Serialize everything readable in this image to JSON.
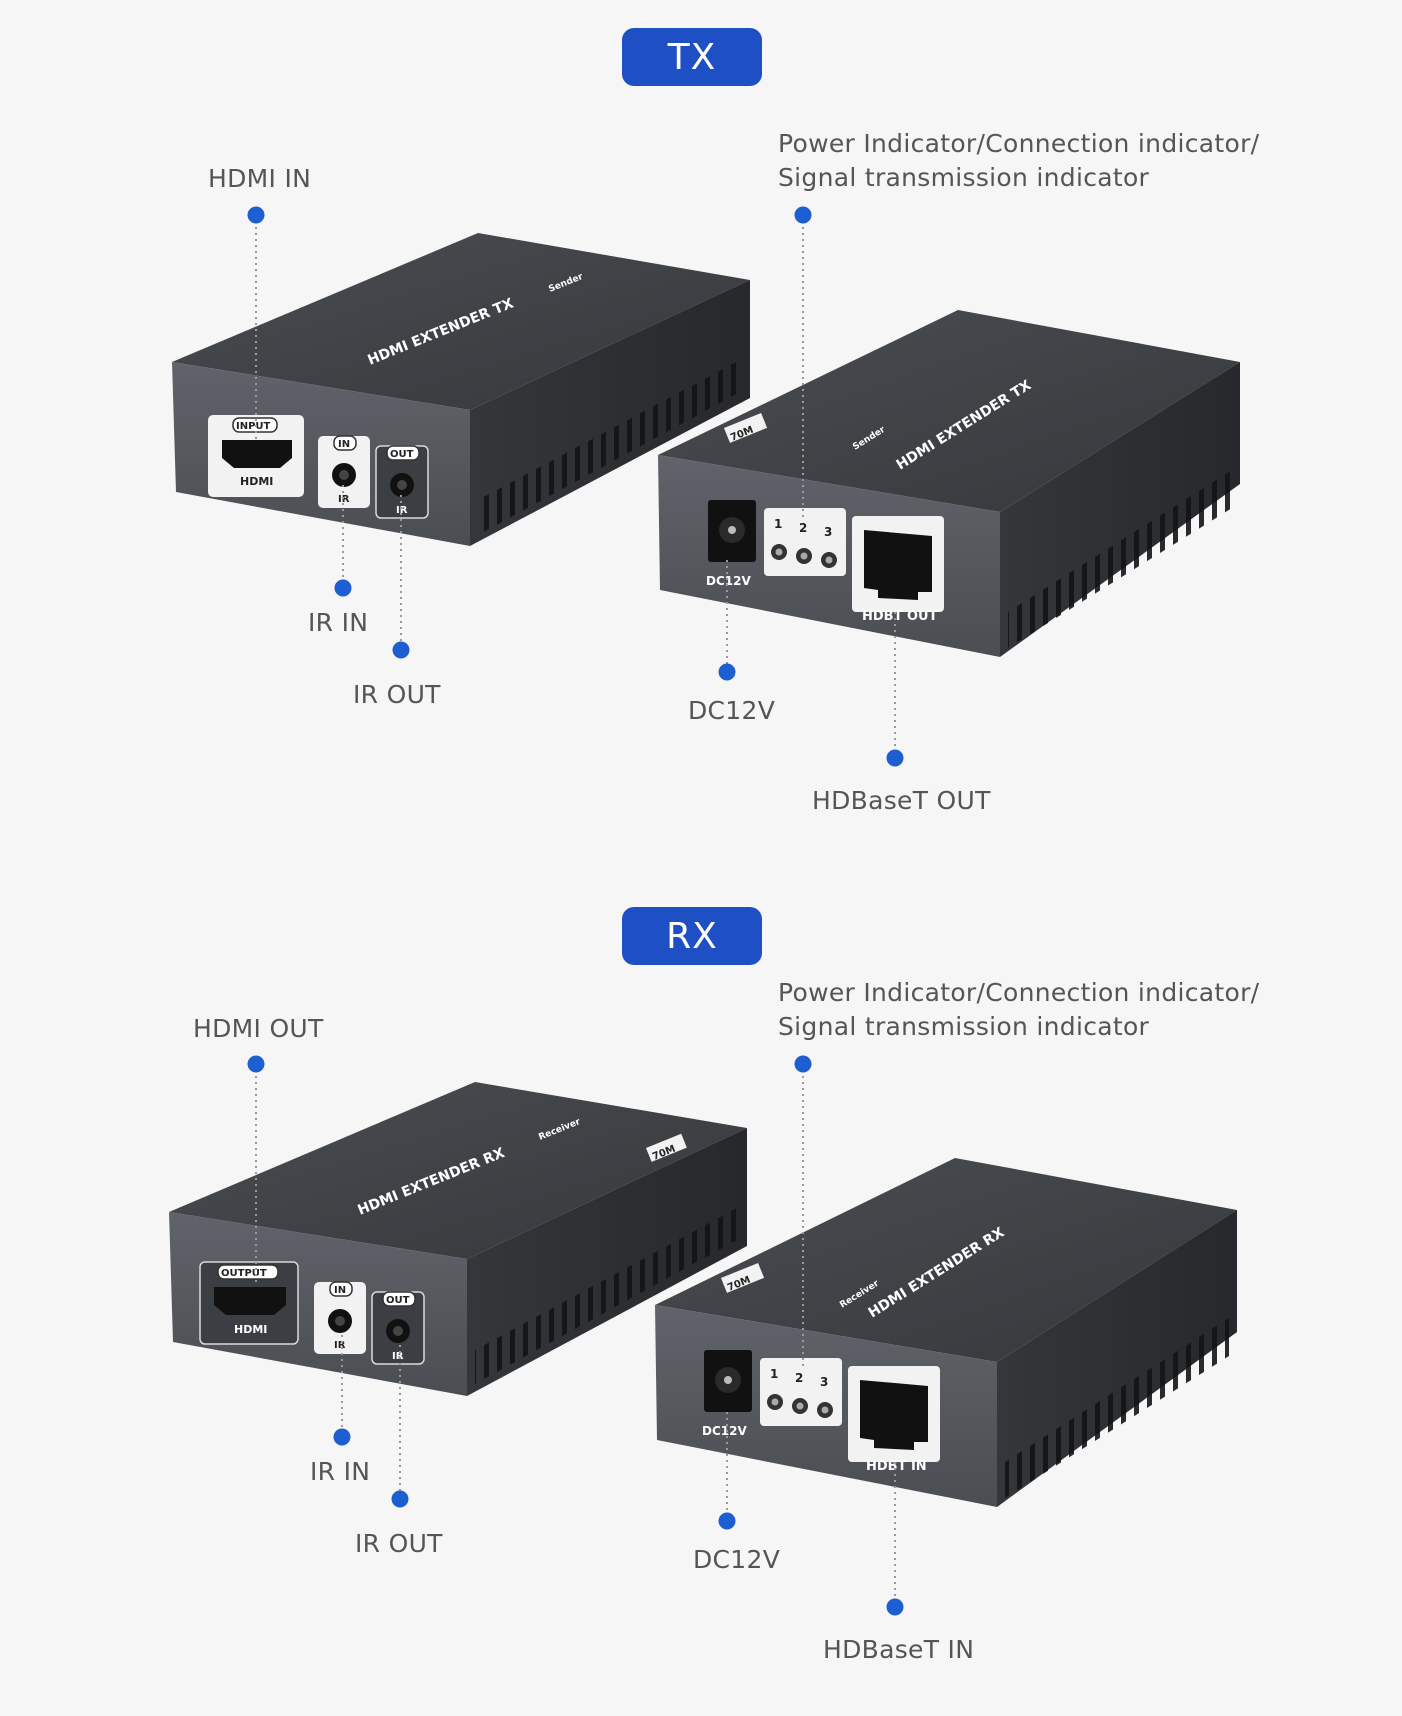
{
  "tx": {
    "badge": "TX",
    "labels": {
      "hdmi": "HDMI IN",
      "indicator_line1": "Power Indicator/Connection indicator/",
      "indicator_line2": "Signal transmission indicator",
      "ir_in": "IR IN",
      "ir_out": "IR OUT",
      "dc": "DC12V",
      "hdbt": "HDBaseT OUT"
    },
    "device": {
      "top_text_front": "HDMI EXTENDER TX",
      "top_sub_front": "Sender",
      "top_text_back": "HDMI EXTENDER TX",
      "top_sub_back": "Sender",
      "model": "70M",
      "port_hdmi_tag": "INPUT",
      "port_hdmi_label": "HDMI",
      "port_ir_in_tag": "IN",
      "port_ir_in_label": "IR",
      "port_ir_out_tag": "OUT",
      "port_ir_out_label": "IR",
      "port_dc_label": "DC12V",
      "led1": "1",
      "led2": "2",
      "led3": "3",
      "port_rj45_label": "HDBT OUT"
    }
  },
  "rx": {
    "badge": "RX",
    "labels": {
      "hdmi": "HDMI OUT",
      "indicator_line1": "Power Indicator/Connection indicator/",
      "indicator_line2": "Signal transmission indicator",
      "ir_in": "IR IN",
      "ir_out": "IR OUT",
      "dc": "DC12V",
      "hdbt": "HDBaseT IN"
    },
    "device": {
      "top_text_front": "HDMI EXTENDER RX",
      "top_sub_front": "Receiver",
      "top_text_back": "HDMI EXTENDER RX",
      "top_sub_back": "Receiver",
      "model": "70M",
      "model2": "70M",
      "port_hdmi_tag": "OUTPUT",
      "port_hdmi_label": "HDMI",
      "port_ir_in_tag": "IN",
      "port_ir_in_label": "IR",
      "port_ir_out_tag": "OUT",
      "port_ir_out_label": "IR",
      "port_dc_label": "DC12V",
      "led1": "1",
      "led2": "2",
      "led3": "3",
      "port_rj45_label": "HDBT IN"
    }
  },
  "colors": {
    "accent": "#1f4fc4",
    "dot": "#1d5fd1",
    "label": "#555555",
    "device_top": "#3e4144",
    "device_front": "#55595d",
    "device_side": "#2e3134"
  }
}
